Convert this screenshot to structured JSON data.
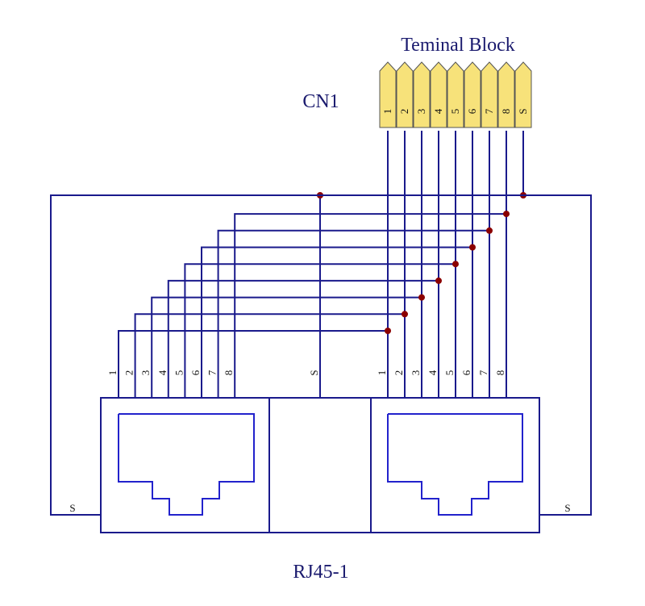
{
  "title": "Teminal Block",
  "connector_label": "CN1",
  "bottom_label": "RJ45-1",
  "terminal_pins": [
    "1",
    "2",
    "3",
    "4",
    "5",
    "6",
    "7",
    "8",
    "S"
  ],
  "left_port_pins": [
    "1",
    "2",
    "3",
    "4",
    "5",
    "6",
    "7",
    "8"
  ],
  "middle_pin": "S",
  "right_port_pins": [
    "1",
    "2",
    "3",
    "4",
    "5",
    "6",
    "7",
    "8"
  ],
  "left_shield_label": "S",
  "right_shield_label": "S",
  "colors": {
    "wire": "#1a1a8c",
    "junction": "#8b0000",
    "terminal": "#f7e27a"
  }
}
